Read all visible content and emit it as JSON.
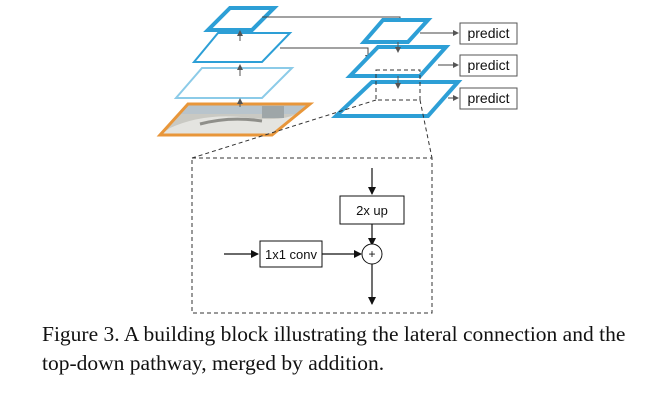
{
  "figure": {
    "predict_labels": [
      "predict",
      "predict",
      "predict"
    ],
    "upsample_label": "2x up",
    "lateral_conv_label": "1x1 conv",
    "add_symbol": "+",
    "caption": "Figure 3. A building block illustrating the lateral connection and the top-down pathway, merged by addition."
  },
  "colors": {
    "feature_map_blue": "#2d9fd6",
    "feature_map_light_blue": "#8ccbe8",
    "image_border_orange": "#e8963a",
    "arrow": "#111111",
    "dashed": "#333333"
  }
}
